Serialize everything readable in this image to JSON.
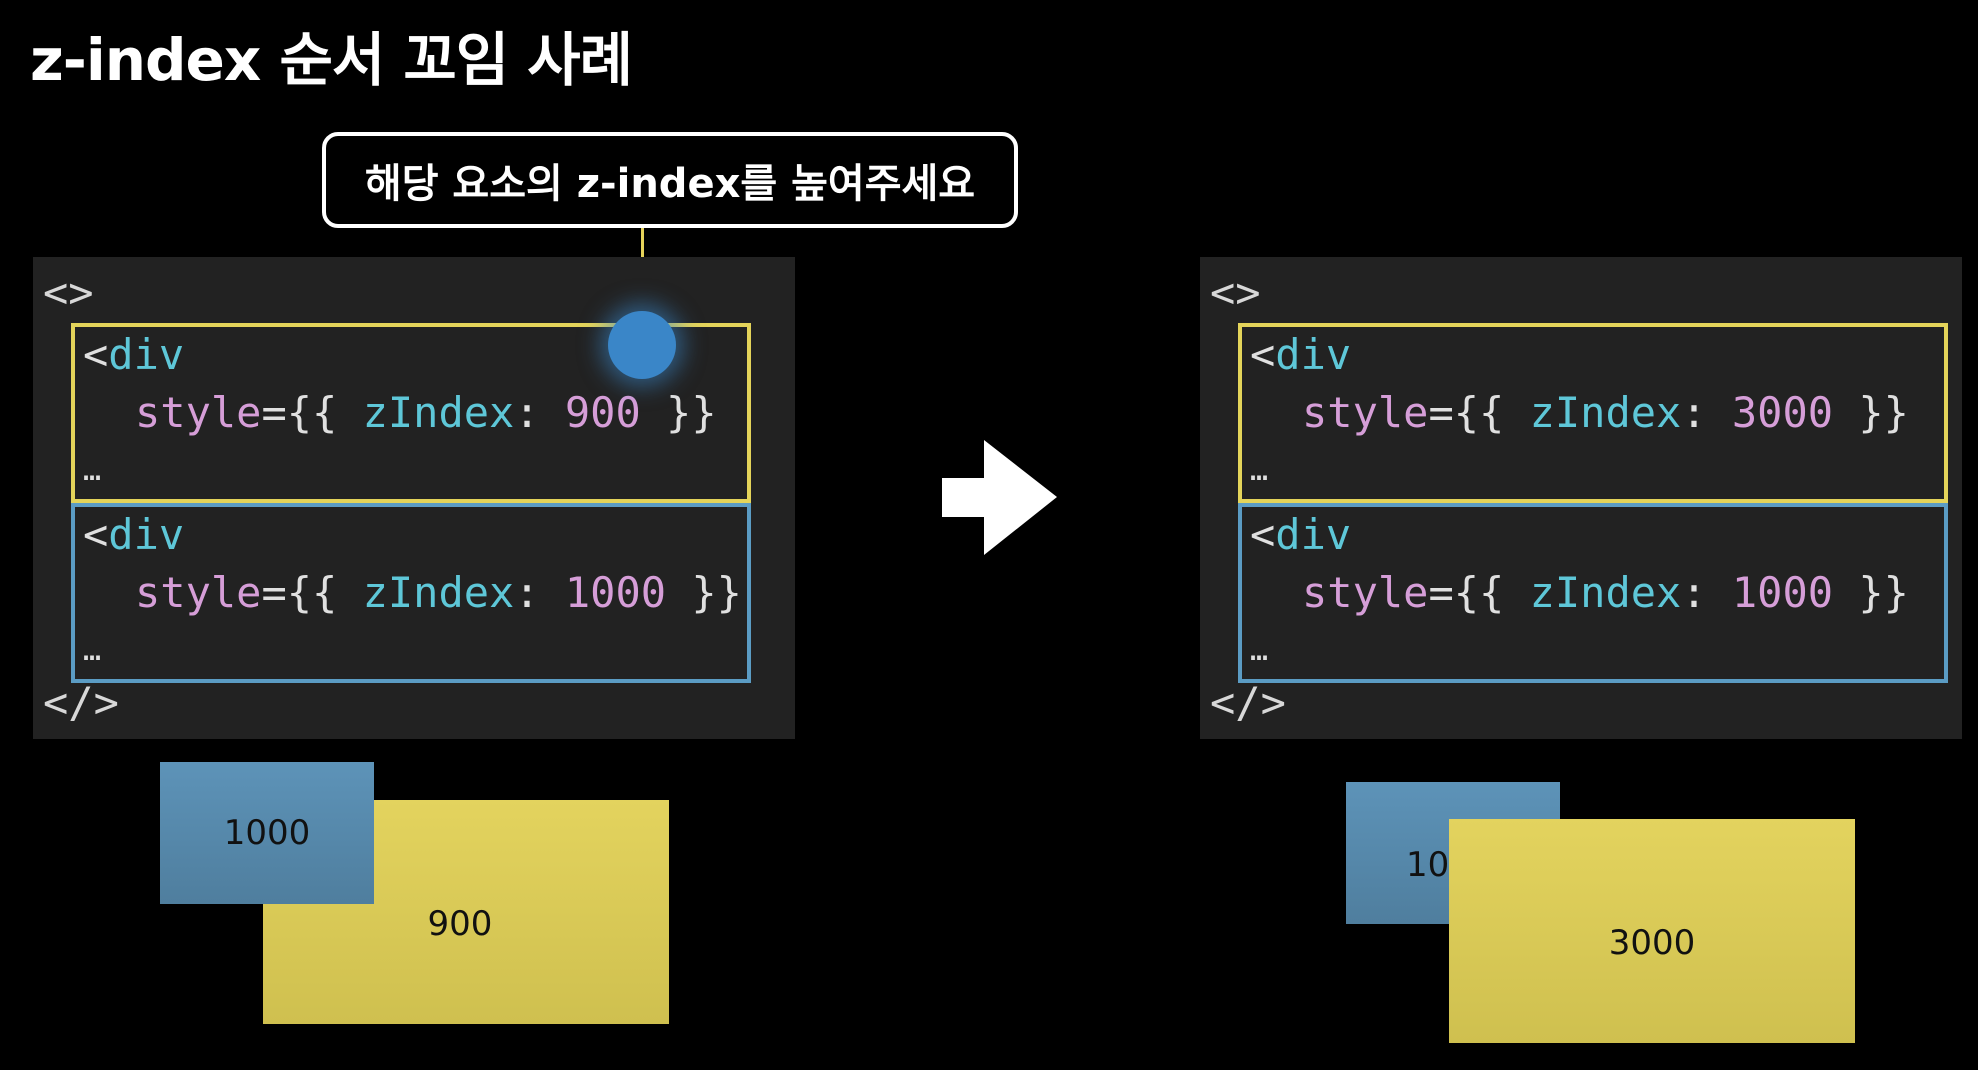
{
  "title": "z-index 순서 꼬임 사례",
  "callout": "해당 요소의 z-index를 높여주세요",
  "before": {
    "fragment_open": "<>",
    "fragment_close": "</>",
    "block1": {
      "tag_open": "<",
      "tag": "div",
      "attr": "style",
      "eq": "={{ ",
      "key": "zIndex",
      "colon": ": ",
      "value": "900",
      "close": " }}",
      "ellipsis": "…"
    },
    "block2": {
      "tag_open": "<",
      "tag": "div",
      "attr": "style",
      "eq": "={{ ",
      "key": "zIndex",
      "colon": ": ",
      "value": "1000",
      "close": " }}",
      "ellipsis": "…"
    },
    "boxes": {
      "blue_label": "1000",
      "yellow_label": "900"
    }
  },
  "after": {
    "fragment_open": "<>",
    "fragment_close": "</>",
    "block1": {
      "tag_open": "<",
      "tag": "div",
      "attr": "style",
      "eq": "={{ ",
      "key": "zIndex",
      "colon": ": ",
      "value": "3000",
      "close": " }}",
      "ellipsis": "…"
    },
    "block2": {
      "tag_open": "<",
      "tag": "div",
      "attr": "style",
      "eq": "={{ ",
      "key": "zIndex",
      "colon": ": ",
      "value": "1000",
      "close": " }}",
      "ellipsis": "…"
    },
    "boxes": {
      "blue_label": "10",
      "yellow_label": "3000"
    }
  },
  "icons": [
    "right-arrow-icon",
    "pointer-dot"
  ],
  "colors": {
    "background": "#000000",
    "code_bg": "#222222",
    "yellow": "#e4d45a",
    "blue": "#5b9cc4",
    "tag": "#5ec7d8",
    "attr": "#d69ed8"
  }
}
